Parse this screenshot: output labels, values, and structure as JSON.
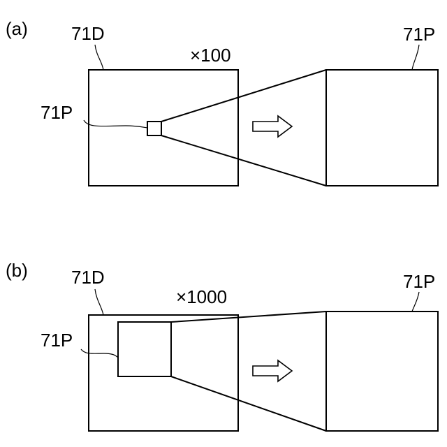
{
  "panels": [
    {
      "tag": "(a)",
      "display_label": "71D",
      "magnification": "×100",
      "region_label": "71P",
      "enlarged_label": "71P"
    },
    {
      "tag": "(b)",
      "display_label": "71D",
      "magnification": "×1000",
      "region_label": "71P",
      "enlarged_label": "71P"
    }
  ],
  "icons": {
    "arrow": "right-arrow-icon"
  }
}
